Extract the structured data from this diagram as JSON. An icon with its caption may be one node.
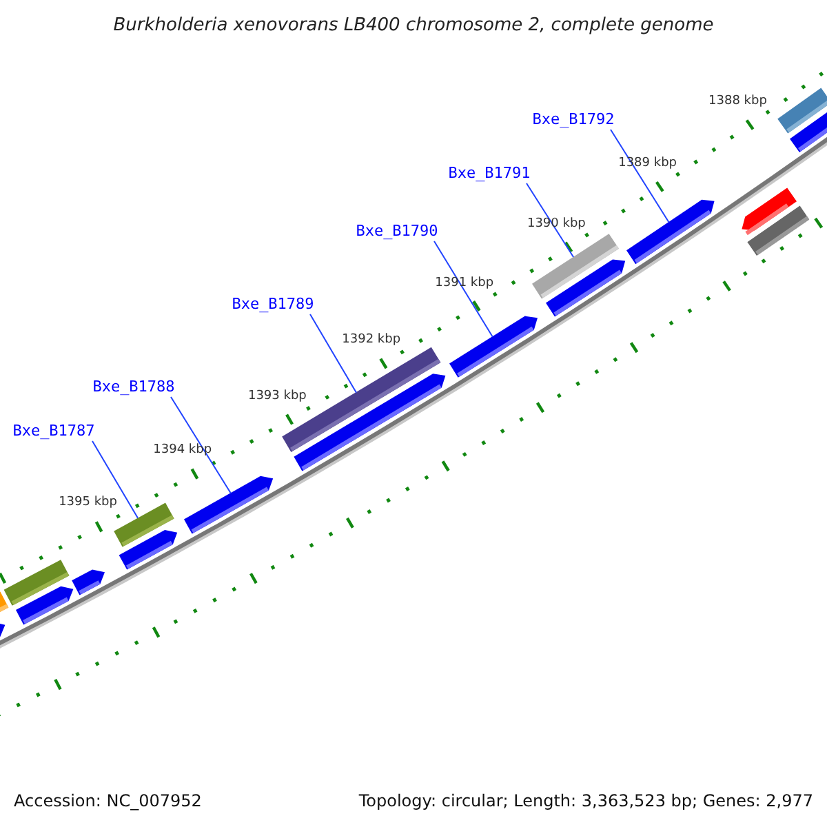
{
  "diagram": {
    "title": "Burkholderia xenovorans LB400 chromosome 2, complete genome",
    "nodes": [
      {
        "text": [
          "Bxe_B1787"
        ]
      },
      {
        "text": [
          "Bxe_B1788"
        ]
      },
      {
        "text": [
          "Bxe_B1789"
        ]
      },
      {
        "text": [
          "Bxe_B1790"
        ]
      },
      {
        "text": [
          "Bxe_B1791"
        ]
      },
      {
        "text": [
          "Bxe_B1792"
        ]
      },
      {
        "text": [],
        "shape": "arrow"
      },
      {
        "text": [],
        "shape": "bar"
      },
      {
        "text": [],
        "shape": "bar"
      },
      {
        "text": [],
        "shape": "arrow"
      },
      {
        "text": [],
        "shape": "arrow"
      },
      {
        "text": [],
        "shape": "arrow"
      },
      {
        "text": [],
        "shape": "bar"
      },
      {
        "text": [],
        "shape": "arrow"
      },
      {
        "text": [],
        "shape": "bar"
      },
      {
        "text": [],
        "shape": "arrow"
      },
      {
        "text": [],
        "shape": "arrow"
      },
      {
        "text": [],
        "shape": "bar"
      },
      {
        "text": [],
        "shape": "arrow"
      },
      {
        "text": [],
        "shape": "arrow"
      },
      {
        "text": [],
        "shape": "bar"
      },
      {
        "text": [],
        "shape": "arrow"
      },
      {
        "text": [],
        "shape": "arrow"
      },
      {
        "text": [],
        "shape": "bar"
      }
    ],
    "edges": [
      {
        "from": 0,
        "to": 12,
        "arrow": "none"
      },
      {
        "from": 1,
        "to": 13,
        "arrow": "none"
      },
      {
        "from": 2,
        "to": 14,
        "arrow": "none"
      },
      {
        "from": 3,
        "to": 16,
        "arrow": "none"
      },
      {
        "from": 4,
        "to": 17,
        "arrow": "none"
      },
      {
        "from": 5,
        "to": 19,
        "arrow": "none"
      }
    ],
    "labels": [
      "1388 kbp",
      "1389 kbp",
      "1390 kbp",
      "1391 kbp",
      "1392 kbp",
      "1393 kbp",
      "1394 kbp",
      "1395 kbp",
      "Accession: NC_007952",
      "Topology: circular; Length: 3,363,523 bp; Genes: 2,977"
    ]
  }
}
